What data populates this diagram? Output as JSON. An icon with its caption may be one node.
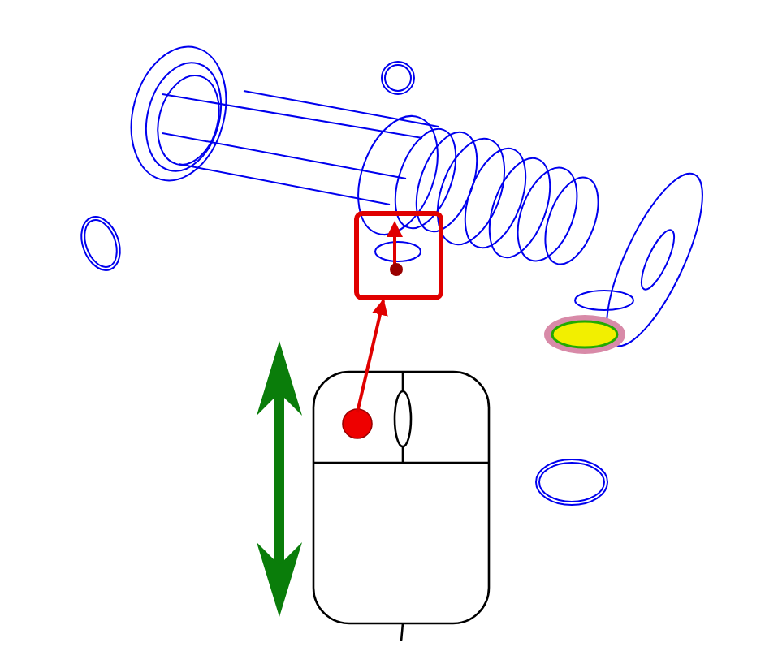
{
  "diagram": {
    "nodes": [
      {
        "text": [],
        "shape": "box"
      },
      {
        "text": [],
        "shape": "picture"
      }
    ],
    "edges": [
      {
        "from": 1,
        "to": 0,
        "arrow": "to"
      }
    ]
  }
}
